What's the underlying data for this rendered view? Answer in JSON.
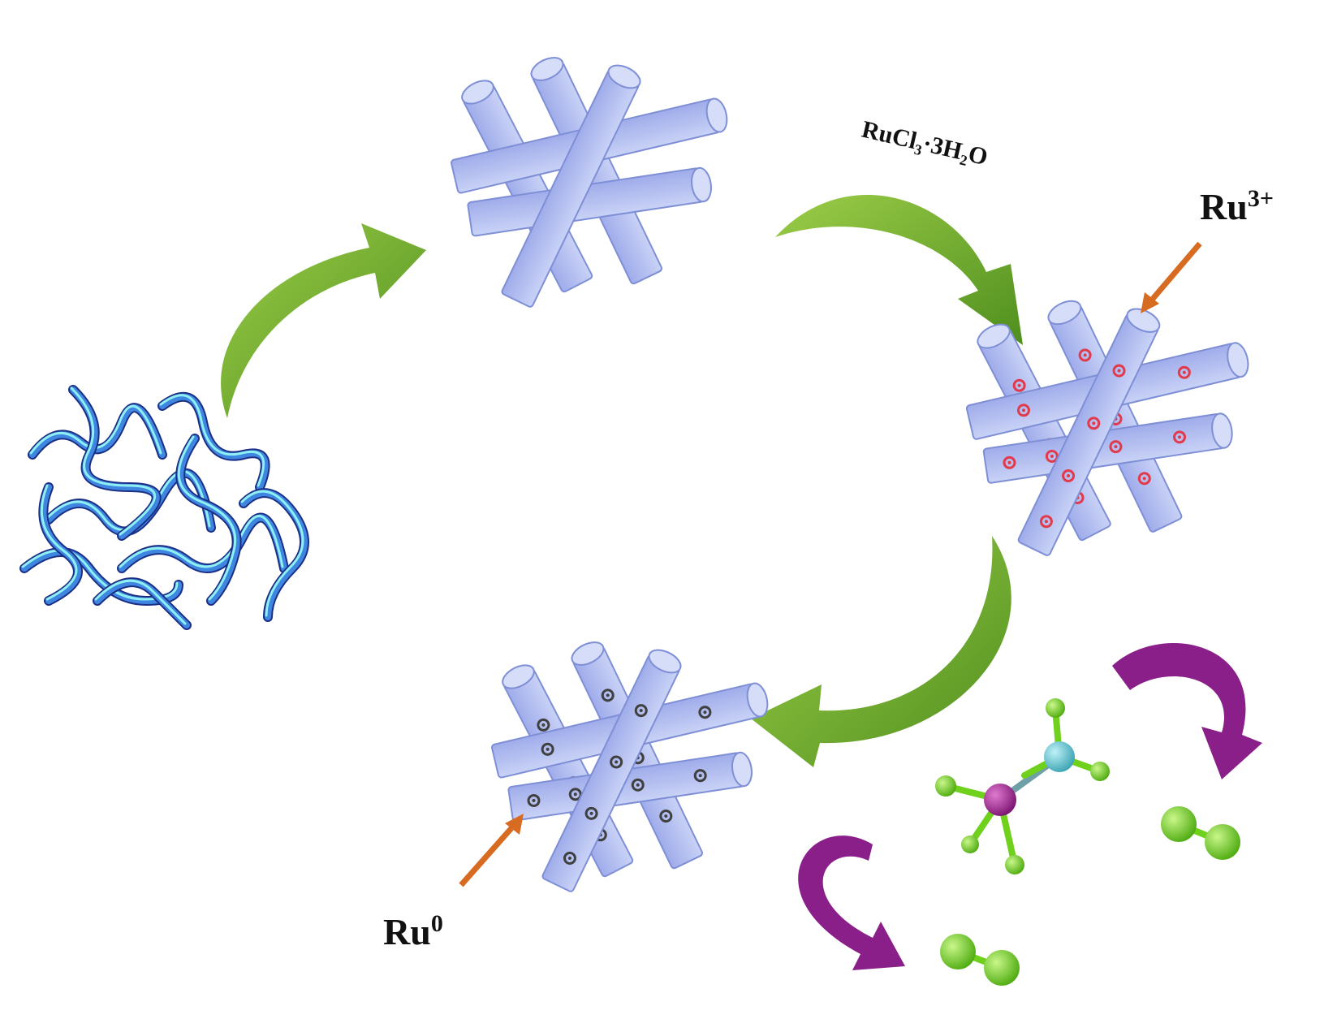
{
  "labels": {
    "reagent": "RuCl₃·3H₂O",
    "ru3_base": "Ru",
    "ru3_charge": "3+",
    "ru0_base": "Ru",
    "ru0_charge": "0"
  },
  "colors": {
    "rod_fill": "#b3bff0",
    "rod_stroke": "#7e8fd6",
    "rod_cap": "#d6ddf8",
    "green_arrow": "#6fae2e",
    "purple_arrow": "#8a1f8a",
    "pointer": "#d86b22",
    "ru3_dot": "#e23a4a",
    "ru0_dot": "#404040",
    "atom_green": "#6fd11c",
    "atom_purple": "#a0288c",
    "atom_cyan": "#5fc2cf",
    "polymer_dark": "#1b2f86",
    "polymer_mid": "#3f86e0",
    "polymer_light": "#8ff0f4"
  }
}
